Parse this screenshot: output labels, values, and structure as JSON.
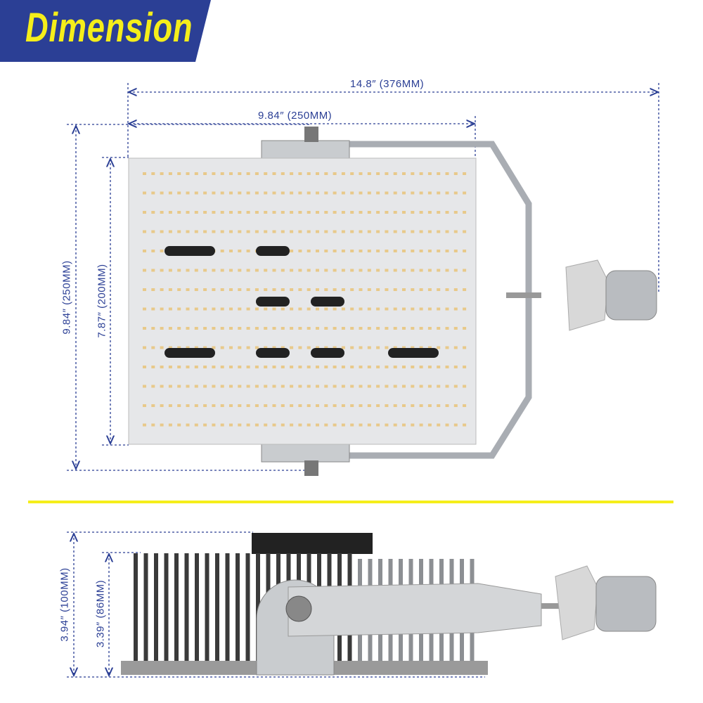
{
  "title": "Dimension",
  "top_view": {
    "overall_width": "14.8″ (376MM)",
    "panel_width": "9.84″ (250MM)",
    "overall_height": "9.84″ (250MM)",
    "panel_height": "7.87″ (200MM)"
  },
  "side_view": {
    "overall_height": "3.94″ (100MM)",
    "heatsink_height": "3.39″ (86MM)"
  },
  "colors": {
    "banner": "#2b3f95",
    "title": "#f5ee1a",
    "dimension": "#2b3f95",
    "divider": "#f5ee1a"
  }
}
